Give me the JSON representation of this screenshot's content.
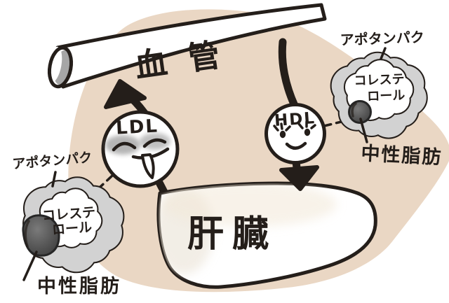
{
  "figure": {
    "vessel_label": "血管",
    "liver_label": "肝臓",
    "ldl_label": "LDL",
    "hdl_label": "HDL",
    "left_particle": {
      "apoprotein": "アポタンパク",
      "cholesterol_line1": "コレステ",
      "cholesterol_line2": "ロール",
      "triglyceride": "中性脂肪"
    },
    "right_particle": {
      "apoprotein": "アポタンパク",
      "cholesterol_line1": "コレステ",
      "cholesterol_line2": "ロール",
      "triglyceride": "中性脂肪"
    },
    "colors": {
      "background": "#ffffff",
      "skin_blob": "#ead7c4",
      "ink": "#241e1a",
      "cloud_grey": "#d2d2d2",
      "dark_blob": "#4a4a4a",
      "vessel_opening_grey": "#a6a6a6",
      "liver_fill": "#fdfbf5"
    }
  }
}
